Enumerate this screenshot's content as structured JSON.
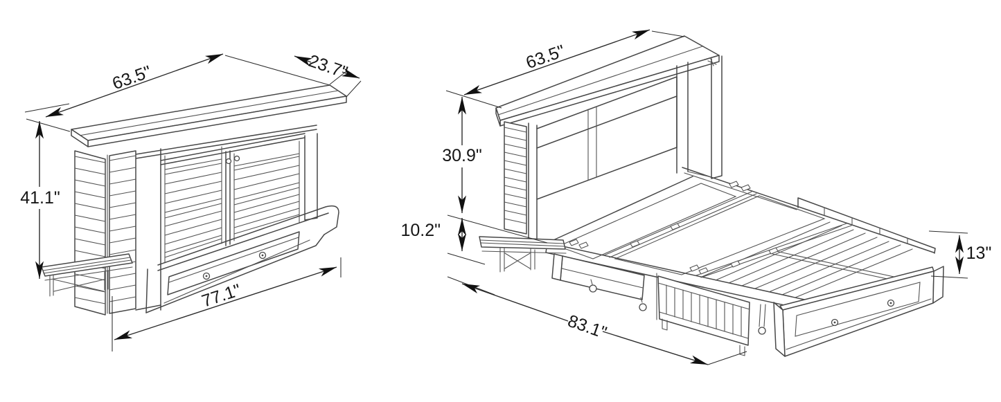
{
  "diagram": {
    "description": "cabinet-bed dimension drawing, closed and open views",
    "background": "#ffffff",
    "line_color": "#474747",
    "dimension_color": "#2b2b2b",
    "text_color": "#161616",
    "views": {
      "closed": {
        "name": "cabinet-closed",
        "dims": {
          "top_length": "63.5\"",
          "top_depth": "23.7\"",
          "height": "41.1\"",
          "base_length": "77.1\""
        }
      },
      "open": {
        "name": "cabinet-open-bed",
        "dims": {
          "top_length": "63.5\"",
          "hutch_height": "30.9\"",
          "platform_height": "10.2\"",
          "overall_length": "83.1\"",
          "foot_height": "13\""
        }
      }
    }
  }
}
